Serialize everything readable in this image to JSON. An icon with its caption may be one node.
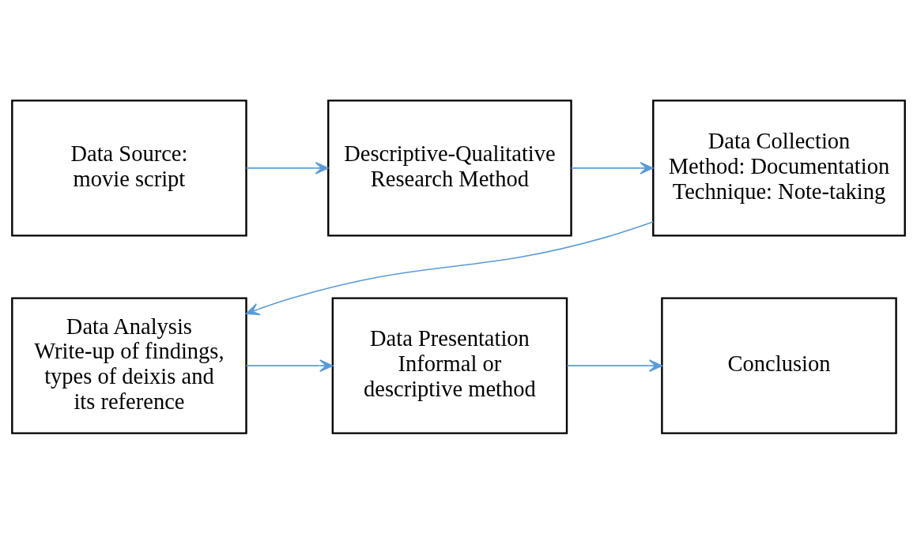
{
  "diagram": {
    "nodes": [
      {
        "text": [
          "Data Source:",
          "movie script"
        ]
      },
      {
        "text": [
          "Descriptive-Qualitative Research Method"
        ]
      },
      {
        "text": [
          "Data Collection Method: Documentation",
          "Technique: Note-taking"
        ]
      },
      {
        "text": [
          "Data Analysis",
          "Write-up of findings, types of deixis and its reference"
        ]
      },
      {
        "text": [
          "Data Presentation",
          "Informal or descriptive method"
        ]
      },
      {
        "text": [
          "Conclusion"
        ]
      }
    ],
    "edges": [
      {
        "from": 0,
        "to": 1,
        "arrow": "to"
      },
      {
        "from": 1,
        "to": 2,
        "arrow": "to"
      },
      {
        "from": 2,
        "to": 3,
        "arrow": "to"
      },
      {
        "from": 3,
        "to": 4,
        "arrow": "to"
      },
      {
        "from": 4,
        "to": 5,
        "arrow": "to"
      }
    ]
  }
}
